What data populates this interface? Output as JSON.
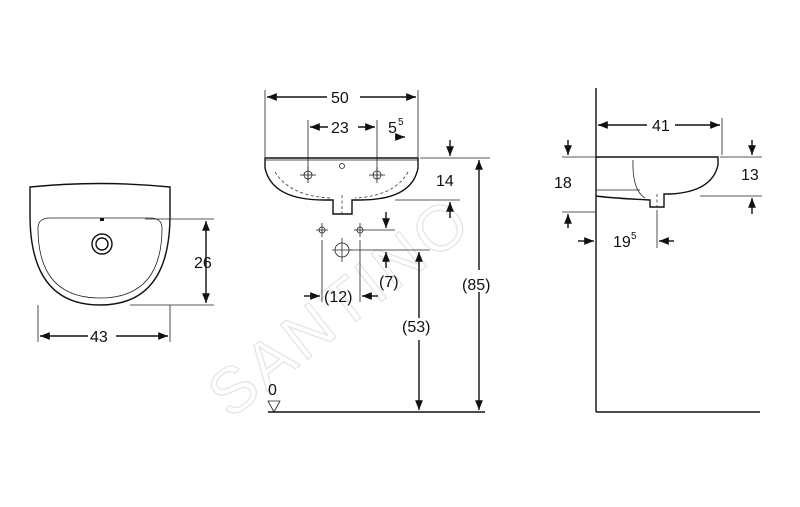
{
  "watermark": "SANTINO",
  "front_view": {
    "width": "43",
    "depth": "26"
  },
  "elevation_view": {
    "width": "50",
    "tap_spacing": "23",
    "tap_offset_main": "5",
    "tap_offset_sup": "5",
    "bowl_height": "14",
    "waste_spacing": "(12)",
    "waste_offset": "(7)",
    "waste_height": "(53)",
    "rim_height": "(85)",
    "floor_label": "0"
  },
  "side_view": {
    "projection": "41",
    "rim_depth": "13",
    "overall_depth": "18",
    "waste_projection_main": "19",
    "waste_projection_sup": "5"
  },
  "colors": {
    "line": "#111111",
    "watermark": "#e4e4e4"
  }
}
